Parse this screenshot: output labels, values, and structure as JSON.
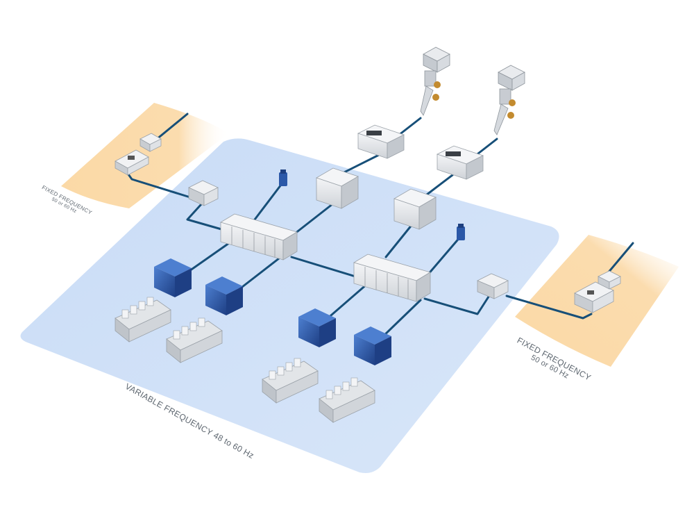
{
  "labels": {
    "left_zone": {
      "line1": "FIXED FREQUENCY",
      "line2": "50 or 60 Hz"
    },
    "right_zone": {
      "line1": "FIXED FREQUENCY",
      "line2": "50 or 60 Hz"
    },
    "main_zone": "VARIABLE FREQUENCY 48 to 60 Hz"
  },
  "colors": {
    "variable_zone": "#cfe0f7",
    "fixed_zone": "#fbd9a6",
    "cable": "#174f78",
    "generator": "#2b58a8",
    "cabinet": "#e4e6e9"
  }
}
